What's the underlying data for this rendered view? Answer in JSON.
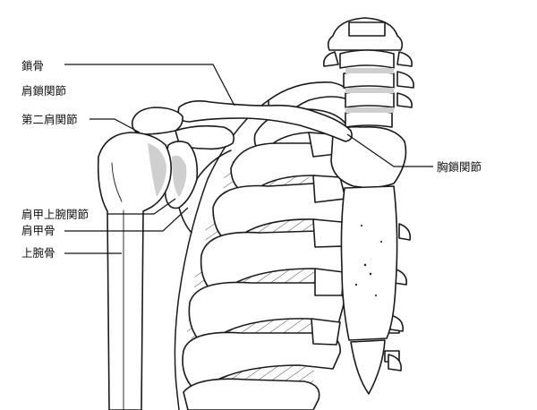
{
  "labels": {
    "clavicle": "鎖骨",
    "acromioclavicular_joint": "肩鎖関節",
    "second_shoulder_joint": "第二肩関節",
    "glenohumeral_joint": "肩甲上腕関節",
    "scapula": "肩甲骨",
    "humerus": "上腕骨",
    "sternoclavicular_joint": "胸鎖関節"
  },
  "colors": {
    "ink": "#1a1a1a",
    "shade": "#cfcfcf",
    "background": "#ffffff"
  }
}
